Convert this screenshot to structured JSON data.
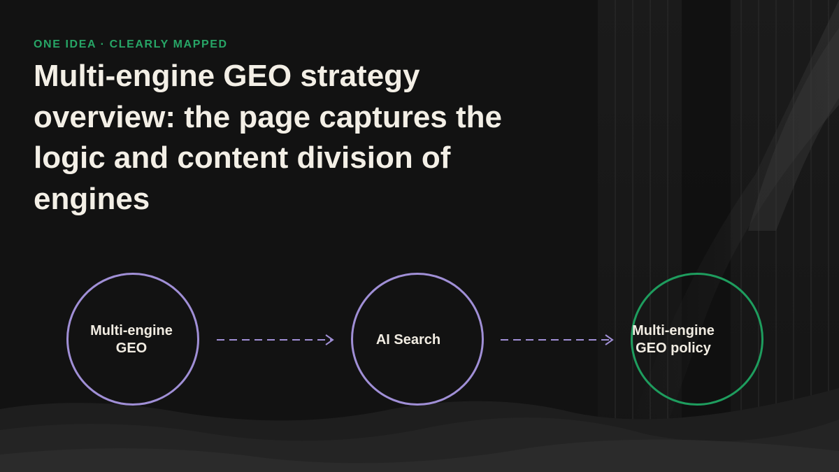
{
  "header": {
    "eyebrow": "ONE IDEA · CLEARLY MAPPED",
    "title": "Multi-engine GEO strategy overview: the page captures the logic and content division of engines"
  },
  "flow": {
    "nodes": [
      {
        "label": "Multi-engine\nGEO",
        "color": "#a08fd6"
      },
      {
        "label": "AI Search",
        "color": "#a08fd6"
      },
      {
        "label": "Multi-engine\nGEO policy",
        "color": "#1e9d5e"
      }
    ],
    "connector_color": "#a08fd6"
  },
  "theme": {
    "background": "#121212",
    "accent": "#27a566",
    "title_color": "#f3efe6"
  }
}
